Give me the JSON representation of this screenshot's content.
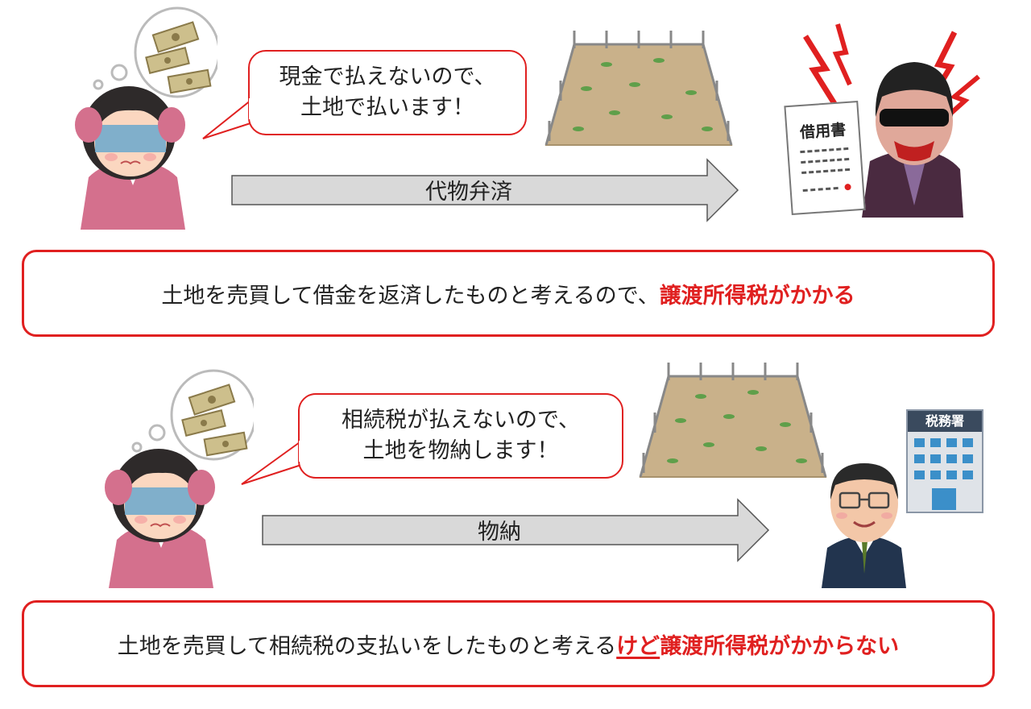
{
  "section1": {
    "bubble_line1": "現金で払えないので、",
    "bubble_line2": "土地で払います！",
    "arrow_label": "代物弁済",
    "document_title": "借用書",
    "conclusion_text": "土地を売買して借金を返済したものと考えるので、",
    "conclusion_emphasis": "譲渡所得税がかかる"
  },
  "section2": {
    "bubble_line1": "相続税が払えないので、",
    "bubble_line2": "土地を物納します！",
    "arrow_label": "物納",
    "office_sign": "税務署",
    "conclusion_text": "土地を売買して相続税の支払いをしたものと考える",
    "conclusion_keyword": "けど",
    "conclusion_emphasis": "譲渡所得税がかからない"
  },
  "colors": {
    "accent_red": "#e02020",
    "arrow_fill": "#d9d9d9",
    "land_fill": "#c9b18a"
  }
}
